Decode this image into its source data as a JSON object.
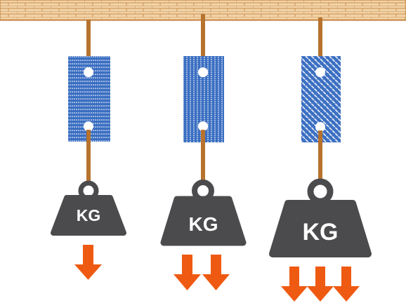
{
  "weights": [
    {
      "label": "KG",
      "arrow_count": 1
    },
    {
      "label": "KG",
      "arrow_count": 2
    },
    {
      "label": "KG",
      "arrow_count": 3
    }
  ],
  "colors": {
    "ceiling_fill": "#f2d3a7",
    "ceiling_brick": "#c99052",
    "rope": "#b7732e",
    "block_blue": "#3b6fc2",
    "block_line": "#ffffff",
    "weight_body": "#4b4b4d",
    "arrow": "#ef5a12"
  },
  "icons": {
    "ceiling": "brick-ceiling-icon",
    "weight": "kettlebell-weight-icon",
    "arrow": "down-arrow-icon"
  }
}
